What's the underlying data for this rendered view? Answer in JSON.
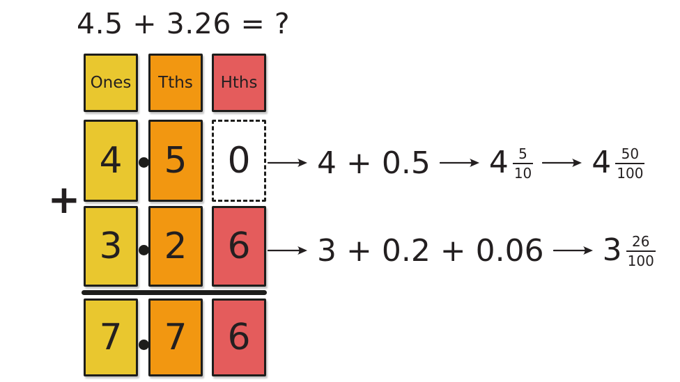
{
  "title": "4.5 + 3.26 = ?",
  "operator": "+",
  "colors": {
    "ones": "#e9c72f",
    "tenths": "#f29711",
    "hundredths": "#e45c5c",
    "line": "#1d1d1b",
    "ink": "#231f20",
    "background": "#ffffff"
  },
  "headers": {
    "ones": "Ones",
    "tenths": "Tths",
    "hundredths": "Hths"
  },
  "rows": {
    "addend1": {
      "ones": "4",
      "tenths": "5",
      "hundredths": "0"
    },
    "addend2": {
      "ones": "3",
      "tenths": "2",
      "hundredths": "6"
    },
    "sum": {
      "ones": "7",
      "tenths": "7",
      "hundredths": "6"
    }
  },
  "expansions": {
    "addend1": {
      "expanded": "4 + 0.5",
      "as_tenths": {
        "whole": "4",
        "numerator": "5",
        "denominator": "10"
      },
      "as_hundredths": {
        "whole": "4",
        "numerator": "50",
        "denominator": "100"
      }
    },
    "addend2": {
      "expanded": "3 + 0.2 + 0.06",
      "as_hundredths": {
        "whole": "3",
        "numerator": "26",
        "denominator": "100"
      }
    }
  }
}
